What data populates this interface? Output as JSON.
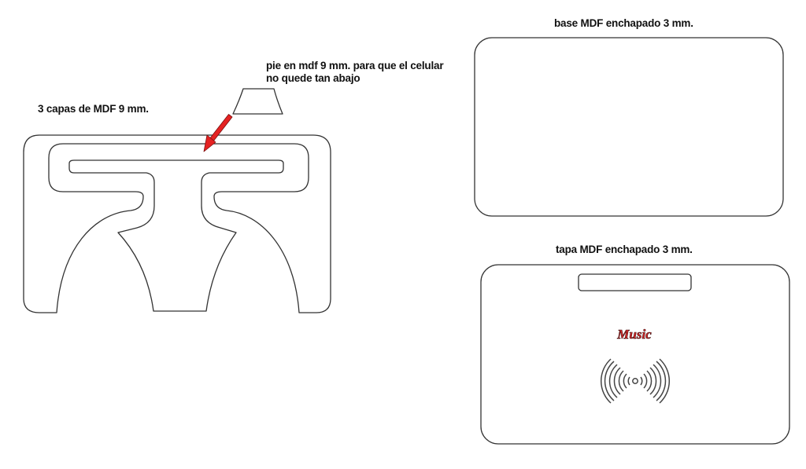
{
  "labels": {
    "capas": "3 capas de MDF 9 mm.",
    "pie_line1": "pie en mdf 9 mm. para que el celular",
    "pie_line2": "no quede tan abajo",
    "base": "base MDF enchapado 3 mm.",
    "tapa": "tapa MDF enchapado 3 mm.",
    "music": "Music"
  },
  "colors": {
    "outline": "#333333",
    "arrow": "#e52222",
    "music": "#d42a2a"
  },
  "icons": {
    "wireless": "wireless-signal-icon"
  }
}
